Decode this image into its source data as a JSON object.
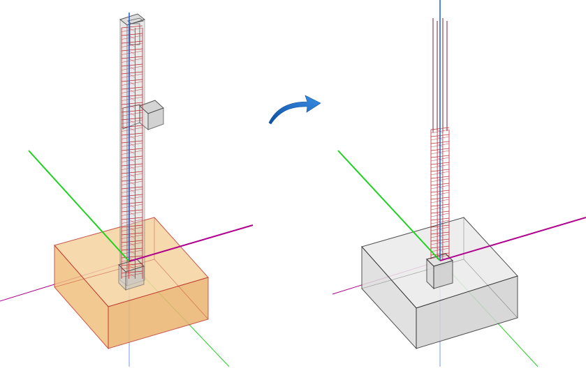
{
  "colors": {
    "background": "#ffffff",
    "x_axis": "#b0008e",
    "y_axis": "#1fd11f",
    "z_axis": "#1a5ed8",
    "footing_fill": "#f3c68a",
    "footing_edge": "#c0392b",
    "footing_transformed_fill": "#e2e2e2",
    "footing_transformed_edge": "#333333",
    "column_edge": "#666666",
    "rebar": "#c0262c",
    "arrow": "#1a6ec8"
  },
  "icons": {
    "transform_arrow": "curved-arrow-right-icon"
  },
  "scenes": [
    {
      "id": "before",
      "footing": "filled-orange",
      "column": "full-height-with-bracket"
    },
    {
      "id": "after",
      "footing": "gray-wireframe",
      "column": "stub-with-cage"
    }
  ]
}
